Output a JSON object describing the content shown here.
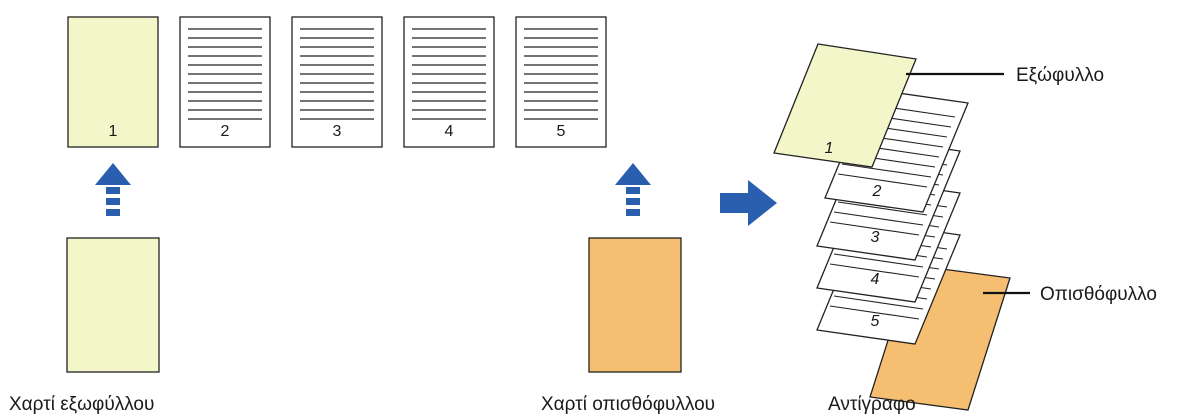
{
  "originals": {
    "pages": [
      {
        "number": "1",
        "kind": "cover"
      },
      {
        "number": "2",
        "kind": "text"
      },
      {
        "number": "3",
        "kind": "text"
      },
      {
        "number": "4",
        "kind": "text"
      },
      {
        "number": "5",
        "kind": "text"
      }
    ]
  },
  "copy_stack": {
    "page_numbers": [
      "1",
      "2",
      "3",
      "4",
      "5"
    ],
    "front_cover_label": "Εξώφυλλο",
    "back_cover_label": "Οπισθόφυλλο"
  },
  "captions": {
    "front_cover_paper": "Χαρτί εξωφύλλου",
    "back_cover_paper": "Χαρτί οπισθόφυλλου",
    "copy": "Αντίγραφο"
  },
  "colors": {
    "front_cover": "#f3f6c9",
    "back_cover": "#f6be70",
    "arrow": "#2a5fb0",
    "outline": "#222222"
  }
}
